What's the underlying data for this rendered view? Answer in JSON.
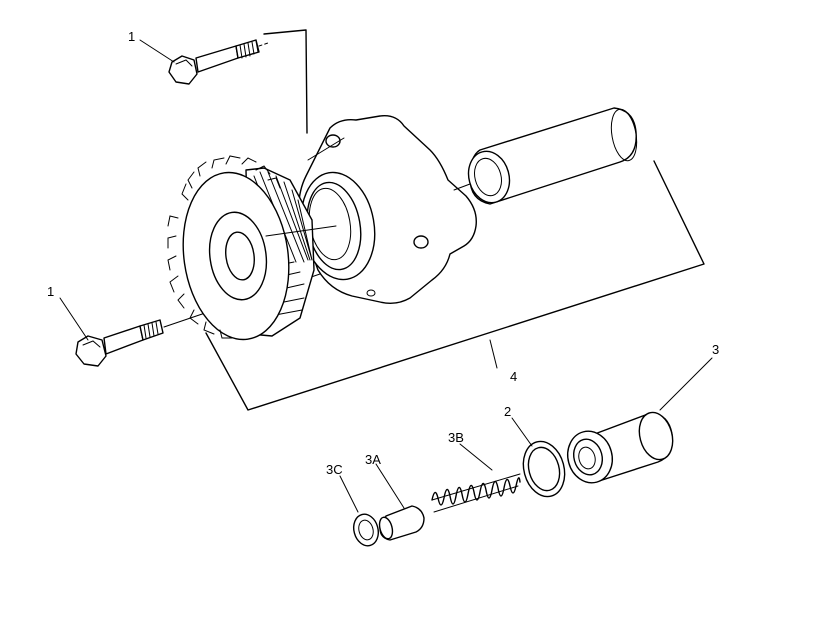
{
  "diagram": {
    "callouts": {
      "bolt_upper": "1",
      "bolt_lower": "1",
      "item_4": "4",
      "item_3": "3",
      "item_2": "2",
      "item_3a": "3A",
      "item_3b": "3B",
      "item_3c": "3C"
    },
    "colors": {
      "line": "#000000",
      "background": "#ffffff"
    }
  }
}
